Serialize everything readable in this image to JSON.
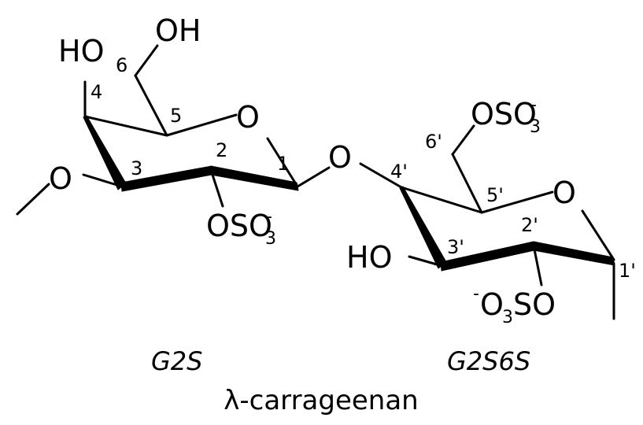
{
  "groups": {
    "ho_c4": "HO",
    "oh_c6": "OH",
    "ring_o1": "O",
    "ring_o2": "O",
    "link_o": "O",
    "methoxy_o": "O",
    "ho_c3p": "HO",
    "so3_a_main": "OSO",
    "so3_a_sub": "3",
    "so3_a_chg": "-",
    "so3_b_main": "OSO",
    "so3_b_sub": "3",
    "so3_b_chg": "-",
    "so3_c_chg": "-",
    "so3_c_main1": "O",
    "so3_c_sub": "3",
    "so3_c_main2": "SO"
  },
  "positions": {
    "n1": "1",
    "n2": "2",
    "n3": "3",
    "n4": "4",
    "n5": "5",
    "n6": "6",
    "n1p": "1'",
    "n2p": "2'",
    "n3p": "3'",
    "n4p": "4'",
    "n5p": "5'",
    "n6p": "6'"
  },
  "captions": {
    "left_unit": "G2S",
    "right_unit": "G2S6S",
    "polymer": "λ-carrageenan"
  }
}
